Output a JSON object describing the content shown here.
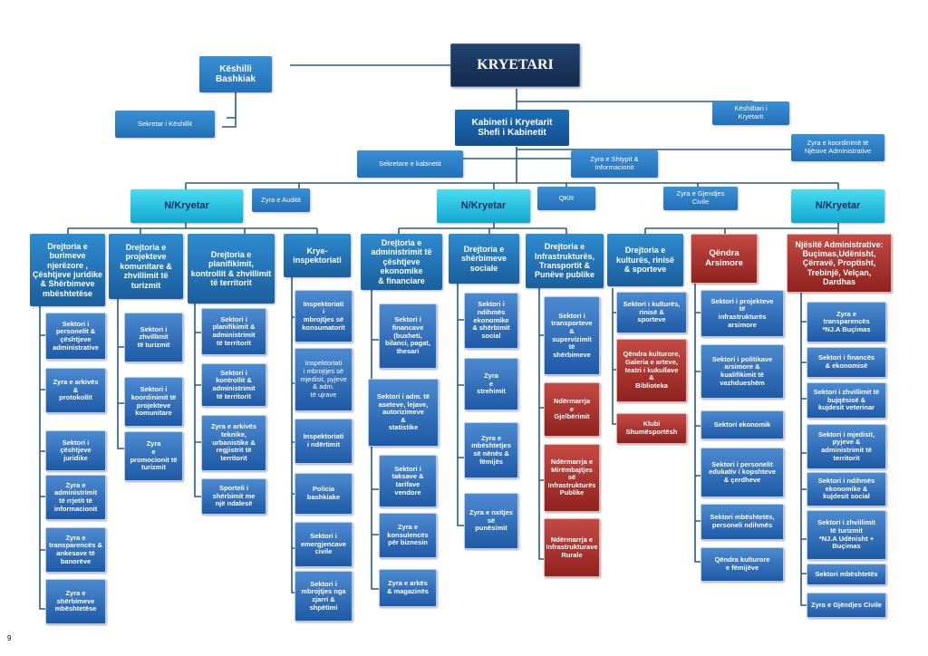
{
  "top": "KRYETARI",
  "council": "Këshilli\nBashkiak",
  "council_secretary": "Sekretar i Këshillit",
  "cabinet": "Kabineti i Kryetarit\nShefi i Kabinetit",
  "mayor_advisor": "Këshilltari i\nKryetarit",
  "admin_units_coord": "Zyra e koordinimit të\nNjësive Administrative",
  "cabinet_secretary": "Sekretare e kabinetit",
  "press_office": "Zyra e Shtypit &\nInformacionit",
  "audit_office": "Zyra e Auditit",
  "qkr": "QKR",
  "civil_status": "Zyra e Gjendjes\nCivile",
  "deputies": [
    "N/Kryetar",
    "N/Kryetar",
    "N/Kryetar"
  ],
  "col1_head": "Drejtoria e\nburimeve\nnjerëzore ,\nÇështjeve juridike\n& Shërbimeve\nmbështetëse",
  "col1_items": [
    "Sektori i\npersonelit &\nçështjeve\nadministrative",
    "Zyra e arkivës\n&\nprotokollit",
    "Sektori i\nçështjeve\njuridike",
    "Zyra e\nadministrimit\ntë rrjetit të\ninformacionit",
    "Zyra e\ntransparencës &\nankesave të\nbanorëve",
    "Zyra e\nshërbimeve\nmbështetëse"
  ],
  "col2_head": "Drejtoria e\nprojekteve\nkomunitare &\nzhvillimit të\nturizmit",
  "col2_items": [
    "Sektori i\nzhvillimit\ntë turizmit",
    "Sektori i\nkoordinimit të\nprojekteve\nkomunitare",
    "Zyra\ne\npromocionit të\nturizmit"
  ],
  "col3_head": "Drejtoria e\nplanifikimit,\nkontrollit & zhvillimit\ntë territorit",
  "col3_items": [
    "Sektori i\nplanifikimit &\nadministrimit\ntë territorit",
    "Sektori i\nkontrollit &\nadministrimit\ntë territorit",
    "Zyra e arkivës\nteknike,\nurbanistike &\nregjistrit të\nterritorit",
    "Sporteli i\nshërbimit me\nnjë ndalesë"
  ],
  "col4_head": "Krye-\ninspektoriati",
  "col4_items": [
    "Inspektoriati\ni\nmbrojtjes së\nkonsumatorit",
    "Inspektoriati\ni mbrojtjes së\nmjedisit, pyjeve\n& adm.\ntë ujrave",
    "Inspektoriati\ni ndërtimit",
    "Policia\nbashkiake",
    "Sektori i\nemergjencave\ncivile",
    "Sektori i\nmbrojtjes nga\nzjarri &\nshpëtimi"
  ],
  "col5_head": "Drejtoria e\nadministrimit të\nçështjeve\nekonomike\n& financiare",
  "col5_items": [
    "Sektori i\nfinancave\n(buxheti,\nbilanci, pagat,\nthesari",
    "Sektori i adm. të\naseteve, lejave,\nautorizimeve\n&\nstatistike",
    "Sektori i\ntaksave &\ntarifave\nvendore",
    "Zyra e\nkonsulencës\npër biznesin",
    "Zyra e arkës\n& magazinës"
  ],
  "col6_head": "Drejtoria e\nshërbimeve\nsociale",
  "col6_items": [
    "Sektori i\nndihmës\nekonomike\n& shërbimit\nsocial",
    "Zyra\ne\nstrehimit",
    "Zyra e\nmbështetjes\nsë nënës &\nfëmijës",
    "Zyra e nxitjes\nsë\npunësimit"
  ],
  "col7_head": "Drejtoria e\nInfrastrukturës,\nTransportit &\nPunëve publike",
  "col7_items": [
    "Sektori i\ntransporteve\n&\nsupervizimit\ntë\nshërbimeve"
  ],
  "col7_red": [
    "Ndërmarrja\ne\nGjelbërimit",
    "Ndërmarrja e\nMirëmbajtjes\nsë\nInfrastrukturës\nPublike",
    "Ndërmarrja e\nInfrastrukturave\nRurale"
  ],
  "col8_head": "Drejtoria e\nkulturës, rinisë\n& sporteve",
  "col8_items": [
    "Sektori i kulturës,\nrinisë &\nsporteve"
  ],
  "col8_red": [
    "Qëndra kulturore,\nGaleria e arteve,\nteatri i kukullave\n&\nBiblioteka",
    "Klubi\nShumësportësh"
  ],
  "col9_head": "Qëndra\nArsimore",
  "col9_items": [
    "Sektori i projekteve\ntë\ninfrastrukturës\narsimore",
    "Sektori i politikave\narsimore &\nkualifikimit të\nvazhdueshëm",
    "Sektori ekonomik",
    "Sektori i personelit\nedukativ i kopshteve\n& çerdheve",
    "Sektori mbështetës,\npersoneli ndihmës",
    "Qëndra kulturore\ne fëmijëve"
  ],
  "col10_head": "Njësitë Administrative:\nBuçimas,Udënisht,\nÇërravë, Proptisht,\nTrebinjë, Velçan,\nDardhas",
  "col10_items": [
    "Zyra e\ntransparencës\n*NJ.A Buçimas",
    "Sektori i financës\n& ekonomisë",
    "Sektori i zhvillimit të\nbujqësisë &\nkujdesit veterinar",
    "Sektori i mjedisit,\npyjeve &\nadministrimit të\nterritorit",
    "Sektori i ndihmës\nekonomike &\nkujdesit social",
    "Sektori i zhvillimit\ntë turizmit\n*NJ.A Udënisht +\nBuçimas",
    "Sektori mbështetës",
    "Zyra e Gjëndjes Civile"
  ],
  "page_number": "9"
}
